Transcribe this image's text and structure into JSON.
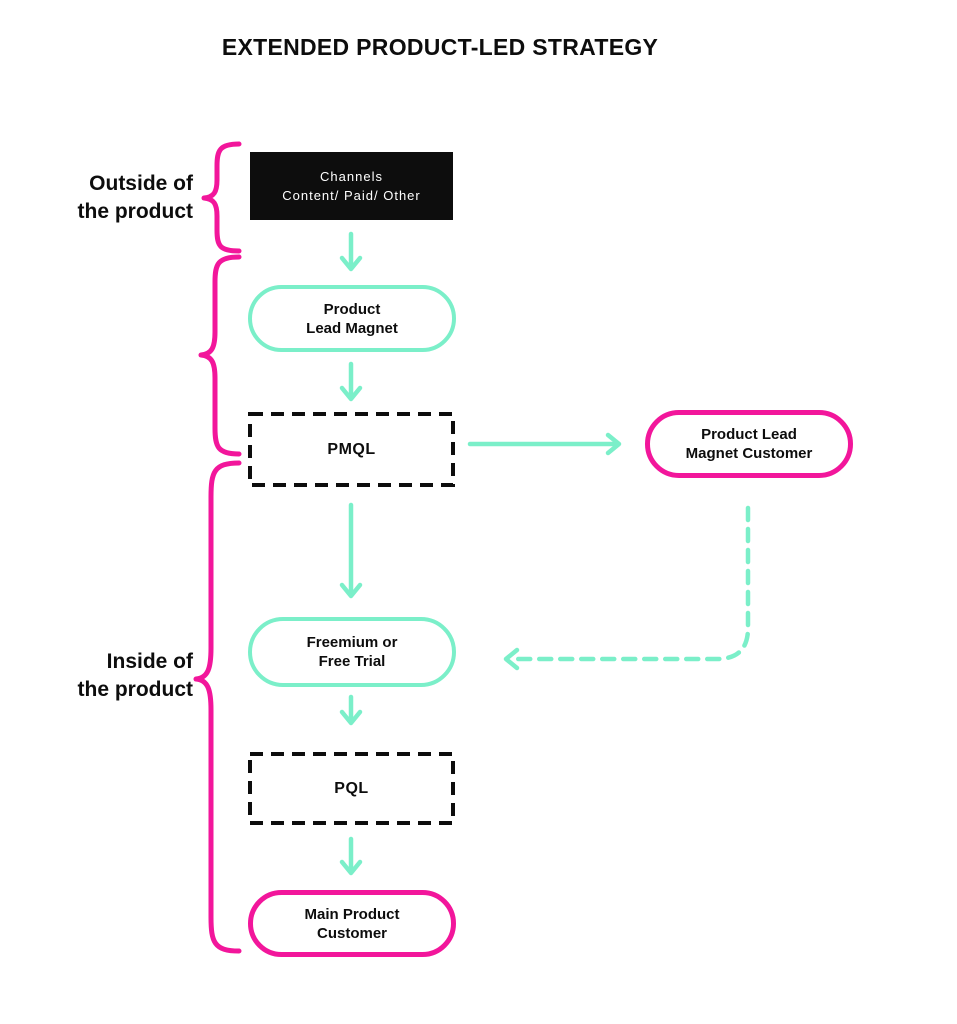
{
  "title": "EXTENDED PRODUCT-LED STRATEGY",
  "colors": {
    "teal": "#7BEFC9",
    "pink": "#F2169B",
    "ink": "#0D0D0D",
    "background": "#FFFFFF"
  },
  "sections": {
    "outside": {
      "lines": [
        "Outside of",
        "the product"
      ]
    },
    "inside": {
      "lines": [
        "Inside of",
        "the product"
      ]
    }
  },
  "nodes": {
    "channels": {
      "lines": [
        "Channels",
        "Content/ Paid/ Other"
      ],
      "style": "solid-black-box"
    },
    "product_lead_magnet": {
      "lines": [
        "Product",
        "Lead Magnet"
      ],
      "style": "teal-pill"
    },
    "pmql": {
      "lines": [
        "PMQL"
      ],
      "style": "black-dashed-box"
    },
    "product_lead_magnet_customer": {
      "lines": [
        "Product Lead",
        "Magnet Customer"
      ],
      "style": "pink-pill"
    },
    "freemium": {
      "lines": [
        "Freemium or",
        "Free Trial"
      ],
      "style": "teal-pill"
    },
    "pql": {
      "lines": [
        "PQL"
      ],
      "style": "black-dashed-box"
    },
    "main_product_customer": {
      "lines": [
        "Main Product",
        "Customer"
      ],
      "style": "pink-pill"
    }
  },
  "edges": [
    {
      "from": "channels",
      "to": "product_lead_magnet",
      "style": "solid",
      "direction": "down"
    },
    {
      "from": "product_lead_magnet",
      "to": "pmql",
      "style": "solid",
      "direction": "down"
    },
    {
      "from": "pmql",
      "to": "product_lead_magnet_customer",
      "style": "solid",
      "direction": "right"
    },
    {
      "from": "pmql",
      "to": "freemium",
      "style": "solid",
      "direction": "down"
    },
    {
      "from": "product_lead_magnet_customer",
      "to": "freemium",
      "style": "dashed",
      "direction": "down-then-left"
    },
    {
      "from": "freemium",
      "to": "pql",
      "style": "solid",
      "direction": "down"
    },
    {
      "from": "pql",
      "to": "main_product_customer",
      "style": "solid",
      "direction": "down"
    }
  ]
}
